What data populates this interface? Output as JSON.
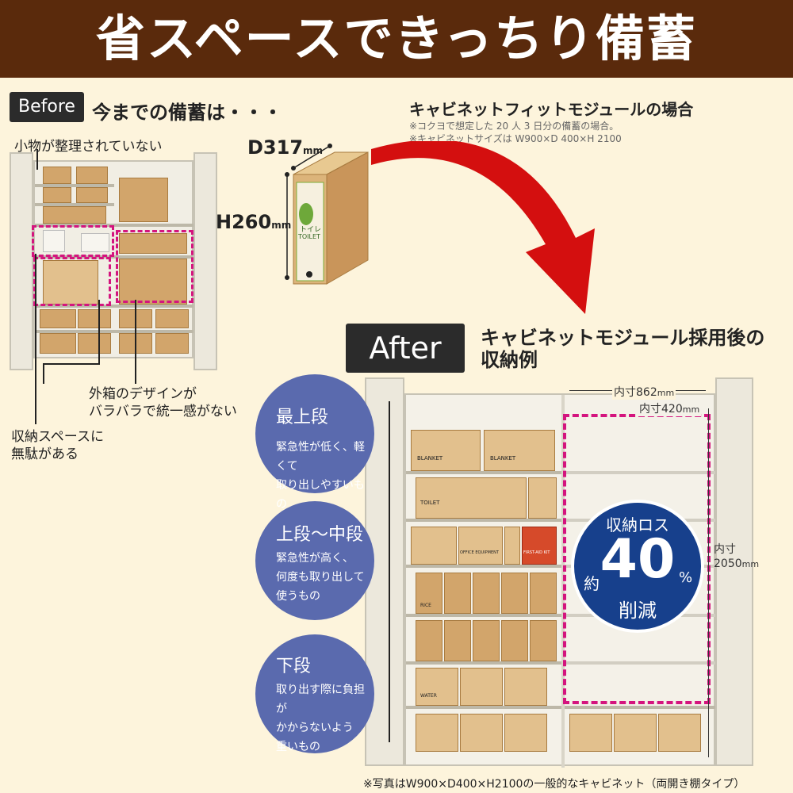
{
  "header": {
    "title": "省スペースできっちり備蓄",
    "bg_color": "#5a2a0c"
  },
  "before": {
    "tag": "Before",
    "heading": "今までの備蓄は・・・",
    "annotations": {
      "unorganized": "小物が整理されていない",
      "inconsistent": "外箱のデザインが\nバラバラで統一感がない",
      "wasted": "収納スペースに\n無駄がある"
    }
  },
  "fit": {
    "heading": "キャビネットフィットモジュールの場合",
    "note1": "※コクヨで想定した 20 人 3 日分の備蓄の場合。",
    "note2": "※キャビネットサイズは W900×D 400×H 2100",
    "depth_value": "D317",
    "height_value": "H260",
    "unit": "mm",
    "box_label_1": "トイレ",
    "box_label_2": "TOILET"
  },
  "after": {
    "tag": "After",
    "heading_line1": "キャビネットモジュール採用後の",
    "heading_line2": "収納例",
    "bubbles": [
      {
        "title": "最上段",
        "lines": [
          "緊急性が低く、軽くて",
          "取り出しやすいもの"
        ]
      },
      {
        "title": "上段〜中段",
        "lines": [
          "緊急性が高く、",
          "何度も取り出して",
          "使うもの"
        ]
      },
      {
        "title": "下段",
        "lines": [
          "取り出す際に負担が",
          "かからないよう",
          "重いもの"
        ]
      }
    ],
    "dims": {
      "width_inner": "内寸862",
      "depth_inner": "内寸420",
      "height_label": "内寸",
      "height_value": "2050",
      "unit": "mm"
    },
    "loss": {
      "label": "収納ロス",
      "prefix": "約",
      "value": "40",
      "unit": "%",
      "suffix": "削減"
    },
    "box_labels": {
      "blanket": "BLANKET",
      "toilet": "TOILET",
      "office": "OFFICE EQUIPMENT",
      "firstaid": "FIRST-AID KIT",
      "rice": "RICE",
      "water": "WATER"
    }
  },
  "footnote": "※写真はW900×D400×H2100の一般的なキャビネット（両開き棚タイプ）",
  "colors": {
    "pink": "#d4147e",
    "red_arrow": "#d40f0f",
    "bubble": "#5a6aae",
    "loss": "#17408c",
    "cream": "#fdf4dc"
  }
}
